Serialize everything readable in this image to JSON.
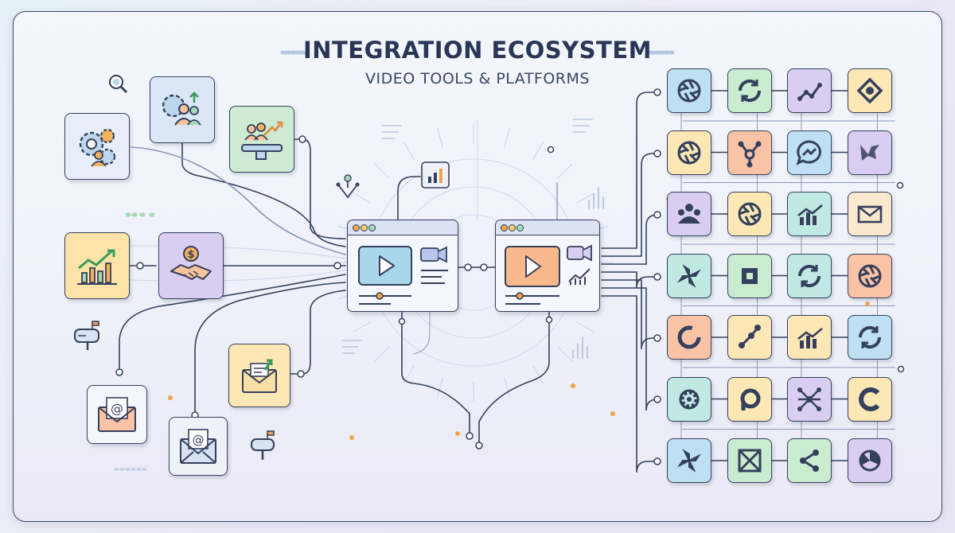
{
  "title": "INTEGRATION ECOSYSTEM",
  "subtitle": "VIDEO TOOLS & PLATFORMS",
  "colors": {
    "stroke": "#34405c",
    "blue": "#bfe0f3",
    "green": "#c9ebcf",
    "yellow": "#fde7b5",
    "peach": "#fbc3a6",
    "lavender": "#d9cdf1",
    "teal": "#c0e9e4",
    "cream": "#fbe9cf",
    "pink": "#f3d2e6",
    "accent_orange": "#f2a24b"
  },
  "left_tools": [
    {
      "id": "gear-people",
      "icon": "gears-people-icon"
    },
    {
      "id": "team-growth",
      "icon": "team-growth-icon"
    },
    {
      "id": "team-pipeline",
      "icon": "team-pipeline-icon"
    },
    {
      "id": "growth-chart",
      "icon": "growth-chart-icon"
    },
    {
      "id": "deal-handshake",
      "icon": "handshake-dollar-icon"
    },
    {
      "id": "email-export",
      "icon": "email-export-icon"
    },
    {
      "id": "email-at-1",
      "icon": "email-at-icon"
    },
    {
      "id": "email-at-2",
      "icon": "email-at-icon"
    }
  ],
  "center_windows": [
    {
      "id": "video-player-1",
      "icon": "play-video-window-icon"
    },
    {
      "id": "video-player-2",
      "icon": "play-video-analytics-icon"
    }
  ],
  "platform_grid": {
    "rows": 7,
    "cols": 4,
    "tiles": [
      {
        "icon": "aperture-icon",
        "color": "blue"
      },
      {
        "icon": "sync-loop-icon",
        "color": "green"
      },
      {
        "icon": "line-graph-icon",
        "color": "lavender"
      },
      {
        "icon": "diamond-loop-icon",
        "color": "yellow"
      },
      {
        "icon": "aperture-icon",
        "color": "yellow"
      },
      {
        "icon": "hub-nodes-icon",
        "color": "peach"
      },
      {
        "icon": "messenger-icon",
        "color": "blue"
      },
      {
        "icon": "bird-icon",
        "color": "lavender"
      },
      {
        "icon": "people-icon",
        "color": "lavender"
      },
      {
        "icon": "aperture-icon",
        "color": "yellow"
      },
      {
        "icon": "bar-trend-icon",
        "color": "teal"
      },
      {
        "icon": "envelope-icon",
        "color": "cream"
      },
      {
        "icon": "pinwheel-icon",
        "color": "teal"
      },
      {
        "icon": "square-bracket-icon",
        "color": "green"
      },
      {
        "icon": "sync-loop-icon",
        "color": "teal"
      },
      {
        "icon": "aperture-icon",
        "color": "peach"
      },
      {
        "icon": "ring-icon",
        "color": "peach"
      },
      {
        "icon": "node-link-icon",
        "color": "yellow"
      },
      {
        "icon": "bar-trend-icon",
        "color": "yellow"
      },
      {
        "icon": "sync-loop-icon",
        "color": "blue"
      },
      {
        "icon": "gear-icon",
        "color": "teal"
      },
      {
        "icon": "pointer-ring-icon",
        "color": "yellow"
      },
      {
        "icon": "network-icon",
        "color": "lavender"
      },
      {
        "icon": "c-ring-icon",
        "color": "yellow"
      },
      {
        "icon": "pinwheel-icon",
        "color": "blue"
      },
      {
        "icon": "x-box-icon",
        "color": "green"
      },
      {
        "icon": "share-nodes-icon",
        "color": "green"
      },
      {
        "icon": "pie-icon",
        "color": "lavender"
      }
    ]
  }
}
